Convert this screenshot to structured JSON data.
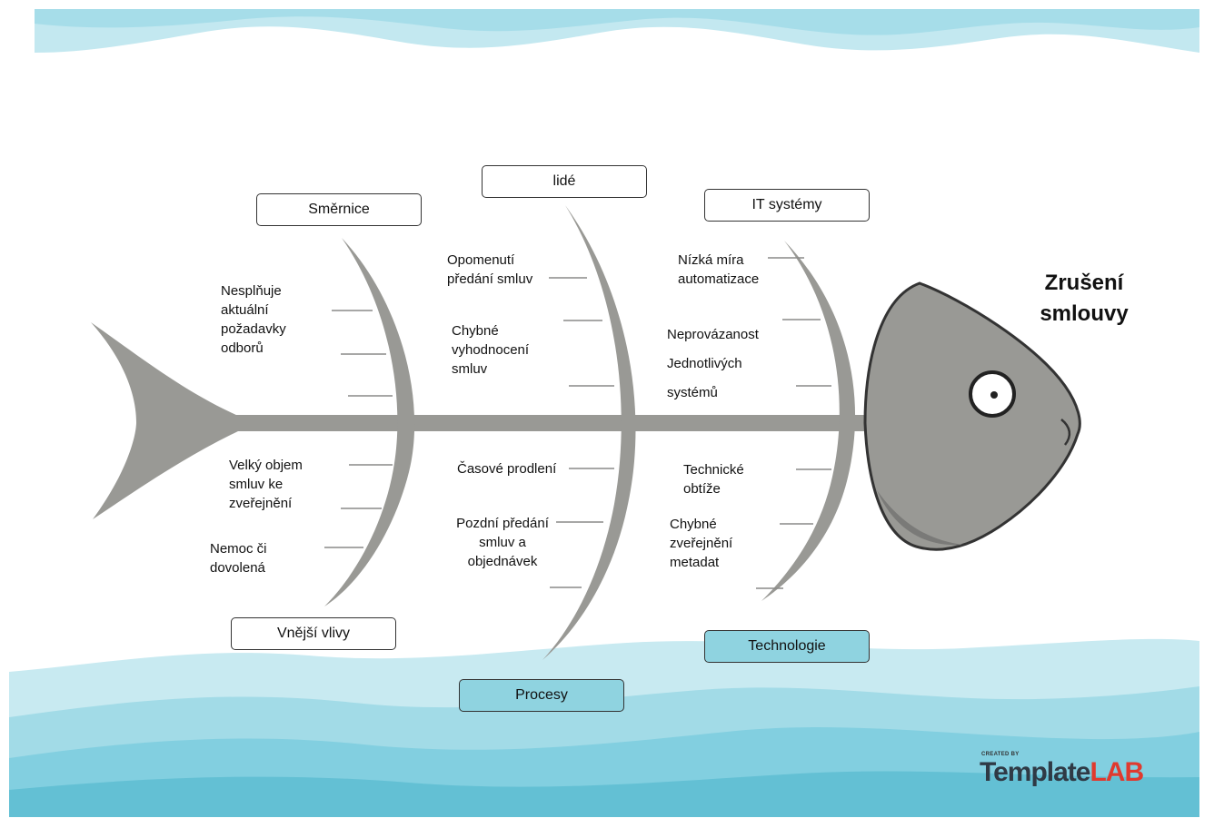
{
  "effect": "Zrušení\nsmlouvy",
  "categories": {
    "smernice": "Směrnice",
    "lide": "lidé",
    "it": "IT systémy",
    "vnejsi": "Vnější vlivy",
    "procesy": "Procesy",
    "technologie": "Technologie"
  },
  "causes": {
    "smernice_1": "Nesplňuje\naktuální\npožadavky\nodborů",
    "lide_1": "Opomenutí\npředání smluv",
    "lide_2": "Chybné\nvyhodnocení\nsmluv",
    "it_1": "Nízká míra\nautomatizace",
    "it_2a": "Neprovázanost",
    "it_2b": "Jednotlivých",
    "it_2c": "systémů",
    "vnejsi_1": "Velký objem\nsmluv ke\nzveřejnění",
    "vnejsi_2": "Nemoc či\ndovolená",
    "procesy_1": "Časové prodlení",
    "procesy_2": "Pozdní předání\nsmluv a\nobjednávek",
    "tech_1": "Technické\nobtíže",
    "tech_2": "Chybné\nzveřejnění\nmetadat"
  },
  "logo": {
    "created_by": "CREATED BY",
    "part1": "Template",
    "part2": "LAB"
  },
  "colors": {
    "fish": "#999995",
    "water_light": "#bfe6ee",
    "water_mid": "#93d6e4",
    "water_dark": "#63bfd2",
    "box_teal": "#8fd3e0"
  }
}
